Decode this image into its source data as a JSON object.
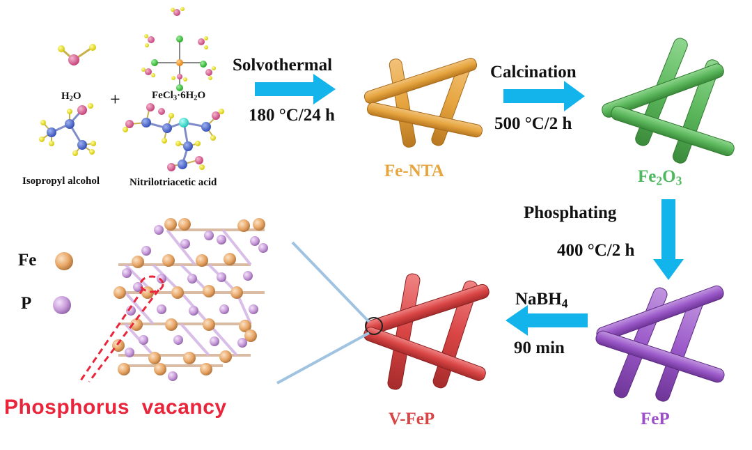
{
  "reagents": {
    "water": "H",
    "water_sub": "2",
    "water_tail": "O",
    "fecl": "FeCl",
    "fecl_sub": "3",
    "fecl_mid": "·6H",
    "fecl_sub2": "2",
    "fecl_tail": "O",
    "plus": "+",
    "ipa": "Isopropyl alcohol",
    "nta": "Nitrilotriacetic acid"
  },
  "steps": {
    "solvothermal": "Solvothermal",
    "solvothermal_cond": "180 °C/24 h",
    "calcination": "Calcination",
    "calcination_cond": "500 °C/2 h",
    "phosphating": "Phosphating",
    "phosphating_cond": "400 °C/2 h",
    "nabh": "NaBH",
    "nabh_sub": "4",
    "nabh_cond": "90 min"
  },
  "products": {
    "fe_nta": "Fe-NTA",
    "fe2o3_a": "Fe",
    "fe2o3_sub1": "2",
    "fe2o3_b": "O",
    "fe2o3_sub2": "3",
    "fep": "FeP",
    "v_fep": "V-FeP"
  },
  "legend": {
    "fe": "Fe",
    "p": "P"
  },
  "vacancy_label": "Phosphorus  vacancy",
  "colors": {
    "arrow": "#13b4ec",
    "fe_nta": "#e6a53f",
    "fe2o3": "#5cb85c",
    "fep": "#9b59c9",
    "v_fep": "#d94545",
    "fe_atom": "#e8a666",
    "p_atom": "#c79ad9",
    "vacancy": "#e8253a",
    "zoom_line": "#9fc3e0"
  }
}
